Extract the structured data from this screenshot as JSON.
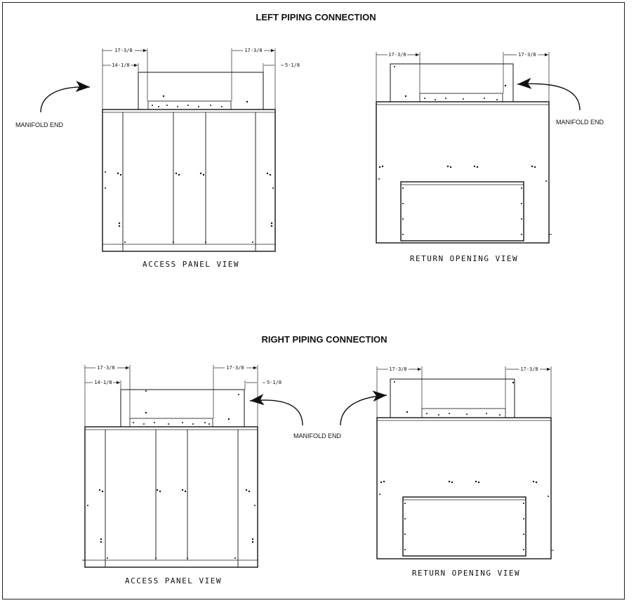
{
  "sections": {
    "left": {
      "title": "LEFT PIPING CONNECTION",
      "access": {
        "dim_outer_left": "17-3/8",
        "dim_inner_left": "14-1/8",
        "dim_outer_right": "17-3/8",
        "dim_right_offset": "5-1/8",
        "caption": "ACCESS PANEL VIEW",
        "manifold_label": "MANIFOLD END"
      },
      "return": {
        "dim_left": "17-3/8",
        "dim_right": "17-3/8",
        "caption": "RETURN OPENING VIEW",
        "manifold_label": "MANIFOLD END"
      }
    },
    "right": {
      "title": "RIGHT PIPING CONNECTION",
      "access": {
        "dim_outer_left": "17-3/8",
        "dim_inner_left": "14-1/8",
        "dim_outer_right": "17-3/8",
        "dim_right_offset": "5-1/8",
        "caption": "ACCESS PANEL VIEW"
      },
      "manifold_label": "MANIFOLD END",
      "return": {
        "dim_left": "17-3/8",
        "dim_right": "17-3/8",
        "caption": "RETURN OPENING VIEW"
      }
    }
  }
}
